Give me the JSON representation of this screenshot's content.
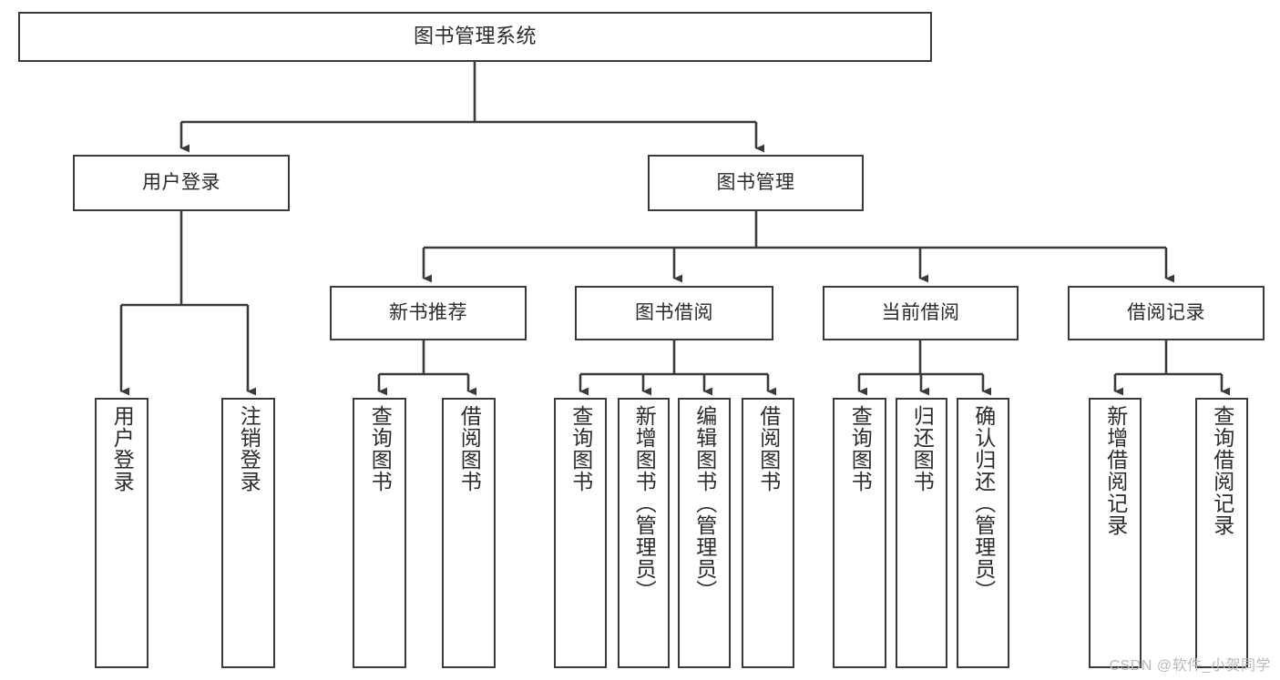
{
  "diagram": {
    "title": "图书管理系统",
    "type": "tree-hierarchy-diagram",
    "stroke_color": "#3a3a3a",
    "text_color": "#2b2b2b",
    "background_color": "#ffffff"
  },
  "nodes": {
    "root": {
      "label": "图书管理系统"
    },
    "level2": [
      {
        "label": "用户登录"
      },
      {
        "label": "图书管理"
      }
    ],
    "level3": [
      {
        "label": "新书推荐"
      },
      {
        "label": "图书借阅"
      },
      {
        "label": "当前借阅"
      },
      {
        "label": "借阅记录"
      }
    ],
    "leaves": {
      "user_login": [
        {
          "label": "用户登录"
        },
        {
          "label": "注销登录"
        }
      ],
      "new_book_recommend": [
        {
          "label": "查询图书"
        },
        {
          "label": "借阅图书"
        }
      ],
      "book_borrow": [
        {
          "label": "查询图书"
        },
        {
          "label": "新增图书（管理员）"
        },
        {
          "label": "编辑图书（管理员）"
        },
        {
          "label": "借阅图书"
        }
      ],
      "current_borrow": [
        {
          "label": "查询图书"
        },
        {
          "label": "归还图书"
        },
        {
          "label": "确认归还（管理员）"
        }
      ],
      "borrow_record": [
        {
          "label": "新增借阅记录"
        },
        {
          "label": "查询借阅记录"
        }
      ]
    }
  },
  "watermark": {
    "text": "CSDN @软件_小贺同学"
  }
}
